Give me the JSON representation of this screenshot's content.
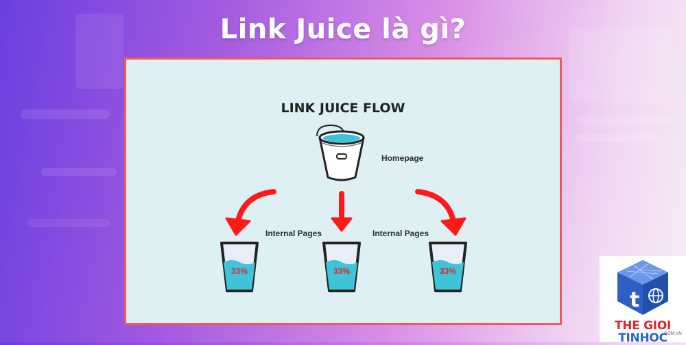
{
  "page": {
    "title": "Link Juice là gì?"
  },
  "diagram": {
    "title": "LINK JUICE FLOW",
    "homepage_label": "Homepage",
    "internal_left_label": "Internal Pages",
    "internal_right_label": "Internal Pages",
    "glasses": [
      {
        "name": "glass-left",
        "percent": "33%"
      },
      {
        "name": "glass-middle",
        "percent": "33%"
      },
      {
        "name": "glass-right",
        "percent": "33%"
      }
    ]
  },
  "logo": {
    "brand_part1": "THE GIOI",
    "brand_part2": "TINHOC",
    "domain": ".COM.VN",
    "icon": "cube-t-globe-icon"
  },
  "colors": {
    "frame_border": "#f0585b",
    "frame_bg": "#dff0f5",
    "arrow": "#ff1a1a",
    "water": "#3fc3d8",
    "brand_red": "#d82a2a",
    "brand_blue": "#2a66c9"
  }
}
